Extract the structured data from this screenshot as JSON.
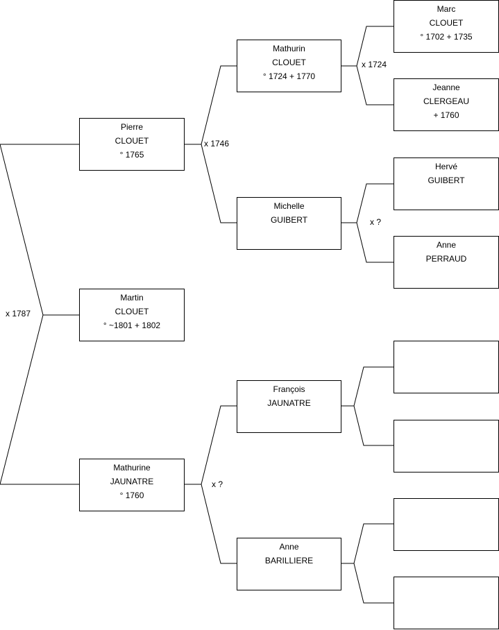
{
  "people": {
    "martin": {
      "lines": [
        "Martin",
        "CLOUET",
        "° ~1801 + 1802"
      ]
    },
    "pierre": {
      "lines": [
        "Pierre",
        "CLOUET",
        "° 1765"
      ]
    },
    "mathurine": {
      "lines": [
        "Mathurine",
        "JAUNATRE",
        "° 1760"
      ]
    },
    "mathurin": {
      "lines": [
        "Mathurin",
        "CLOUET",
        "° 1724 + 1770"
      ]
    },
    "michelle": {
      "lines": [
        "Michelle",
        "GUIBERT"
      ]
    },
    "francois": {
      "lines": [
        "François",
        "JAUNATRE"
      ]
    },
    "anne_barilliere": {
      "lines": [
        "Anne",
        "BARILLIERE"
      ]
    },
    "marc": {
      "lines": [
        "Marc",
        "CLOUET",
        "° 1702 + 1735"
      ]
    },
    "jeanne": {
      "lines": [
        "Jeanne",
        "CLERGEAU",
        "+ 1760"
      ]
    },
    "herve": {
      "lines": [
        "Hervé",
        "GUIBERT"
      ]
    },
    "anne_perraud": {
      "lines": [
        "Anne",
        "PERRAUD"
      ]
    },
    "empty1": {
      "lines": []
    },
    "empty2": {
      "lines": []
    },
    "empty3": {
      "lines": []
    },
    "empty4": {
      "lines": []
    }
  },
  "marriages": {
    "martin_parents": "x 1787",
    "pierre_parents": "x 1746",
    "mathurine_parents": "x ?",
    "mathurin_parents": "x 1724",
    "michelle_parents": "x ?"
  }
}
